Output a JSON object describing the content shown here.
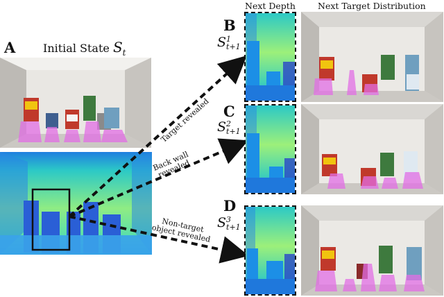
{
  "headers": {
    "next_depth": "Next Depth",
    "next_target": "Next Target Distribution"
  },
  "panel_a": {
    "letter": "A",
    "title": "Initial State",
    "state_symbol": "S",
    "state_sub": "t"
  },
  "panel_b": {
    "letter": "B",
    "state_symbol": "S",
    "sup": "1",
    "sub": "t+1",
    "arrow_label": "Target revealed"
  },
  "panel_c": {
    "letter": "C",
    "state_symbol": "S",
    "sup": "2",
    "sub": "t+1",
    "arrow_label_line1": "Back wall",
    "arrow_label_line2": "revealed"
  },
  "panel_d": {
    "letter": "D",
    "state_symbol": "S",
    "sup": "3",
    "sub": "t+1",
    "arrow_label_line1": "Non-target",
    "arrow_label_line2": "object revealed"
  },
  "colors": {
    "depth_far": "#9cf07a",
    "depth_mid": "#2fd6c0",
    "depth_near": "#1c8fe6",
    "depth_close": "#2a46c8",
    "target_mask": "#e26de4"
  }
}
